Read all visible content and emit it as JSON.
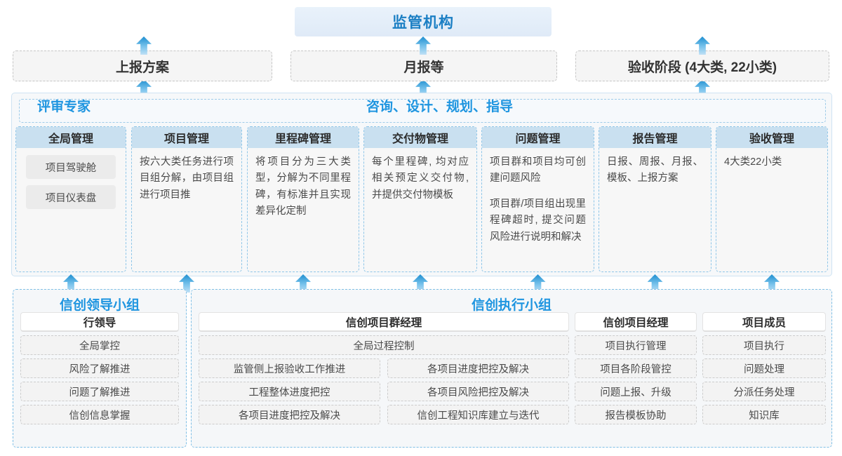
{
  "top": {
    "regulator": "监管机构",
    "deliverables": [
      "上报方案",
      "月报等",
      "验收阶段 (4大类, 22小类)"
    ]
  },
  "consulting_band": {
    "left_label": "评审专家",
    "right_label": "咨询、设计、规划、指导",
    "columns": [
      {
        "title": "全局管理",
        "kind": "pills",
        "pills": [
          "项目驾驶舱",
          "项目仪表盘"
        ],
        "paragraphs": []
      },
      {
        "title": "项目管理",
        "kind": "text",
        "pills": [],
        "paragraphs": [
          "按六大类任务进行项目组分解，由项目组进行项目推"
        ]
      },
      {
        "title": "里程碑管理",
        "kind": "text",
        "pills": [],
        "paragraphs": [
          "将项目分为三大类型，分解为不同里程碑，有标准并且实现差异化定制"
        ]
      },
      {
        "title": "交付物管理",
        "kind": "text",
        "pills": [],
        "paragraphs": [
          "每个里程碑, 均对应相关预定义交付物, 并提供交付物模板"
        ]
      },
      {
        "title": "问题管理",
        "kind": "text",
        "pills": [],
        "paragraphs": [
          "项目群和项目均可创建问题风险",
          "项目群/项目组出现里程碑超时, 提交问题风险进行说明和解决"
        ]
      },
      {
        "title": "报告管理",
        "kind": "text",
        "pills": [],
        "paragraphs": [
          "日报、周报、月报、模板、上报方案"
        ]
      },
      {
        "title": "验收管理",
        "kind": "text",
        "pills": [],
        "paragraphs": [
          "4大类22小类"
        ]
      }
    ]
  },
  "teams": {
    "leader_group": {
      "title": "信创领导小组",
      "role_head": "行领导",
      "items": [
        "全局掌控",
        "风险了解推进",
        "问题了解推进",
        "信创信息掌握"
      ]
    },
    "exec_group": {
      "title": "信创执行小组",
      "program_manager": {
        "head": "信创项目群经理",
        "full_width_item": "全局过程控制",
        "left_items": [
          "监管侧上报验收工作推进",
          "工程整体进度把控",
          "各项目进度把控及解决"
        ],
        "right_items": [
          "各项目进度把控及解决",
          "各项目风险把控及解决",
          "信创工程知识库建立与迭代"
        ]
      },
      "project_manager": {
        "head": "信创项目经理",
        "items": [
          "项目执行管理",
          "项目各阶段管控",
          "问题上报、升级",
          "报告模板协助"
        ]
      },
      "project_member": {
        "head": "项目成员",
        "items": [
          "项目执行",
          "问题处理",
          "分派任务处理",
          "知识库"
        ]
      }
    }
  },
  "colors": {
    "accent_blue": "#1e95e0",
    "regulator_bg": "#e4eef9",
    "column_head_bg": "#c9e0f0",
    "arrow_blue": "#1e8fd0"
  }
}
